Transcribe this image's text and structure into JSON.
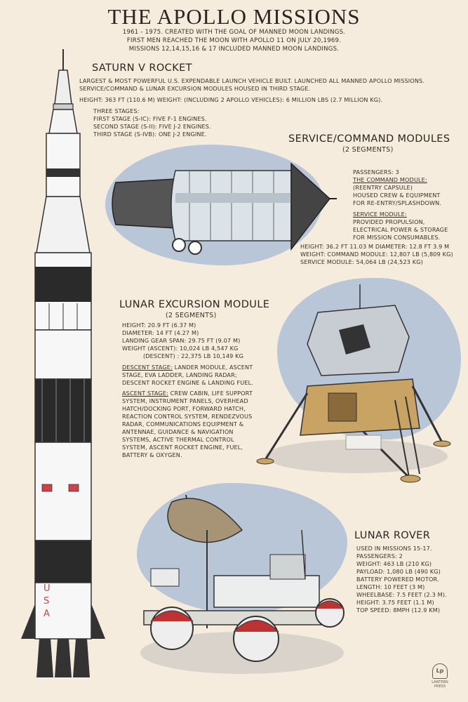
{
  "title": "THE APOLLO MISSIONS",
  "intro": [
    "1961 - 1975. CREATED WITH THE GOAL OF MANNED MOON LANDINGS.",
    "FIRST MEN REACHED THE MOON WITH APOLLO 11 ON JULY 20,1969.",
    "MISSIONS 12,14,15,16 & 17 INCLUDED MANNED MOON LANDINGS."
  ],
  "saturn": {
    "heading": "SATURN V ROCKET",
    "desc": [
      "LARGEST & MOST POWERFUL U.S. EXPENDABLE LAUNCH VEHICLE BUILT. LAUNCHED ALL MANNED APOLLO MISSIONS.",
      "SERVICE/COMMAND & LUNAR EXCURSION MODULES HOUSED IN THIRD STAGE."
    ],
    "specs": "HEIGHT: 363 FT  (110.6 M)     WEIGHT: (INCLUDING 2 APOLLO VEHICLES): 6 MILLION LBS (2.7 MILLION KG).",
    "stages": [
      "THREE STAGES:",
      "FIRST STAGE (S-IC): FIVE F-1 ENGINES.",
      "SECOND STAGE (S-II): FIVE J-2 ENGINES.",
      "THIRD STAGE (S-IVB): ONE J-2 ENGINE."
    ],
    "rocket_marks": [
      "U",
      "S",
      "A"
    ]
  },
  "csm": {
    "heading": "SERVICE/COMMAND MODULES",
    "subheading": "(2 SEGMENTS)",
    "passengers": "PASSENGERS: 3",
    "cm_title": "THE COMMAND MODULE:",
    "cm_lines": [
      "(REENTRY CAPSULE)",
      "HOUSED  CREW & EQUIPMENT",
      "FOR RE-ENTRY/SPLASHDOWN."
    ],
    "sm_title": "SERVICE MODULE:",
    "sm_lines": [
      "PROVIDED PROPULSION,",
      "ELECTRICAL POWER & STORAGE",
      "FOR MISSION CONSUMABLES."
    ],
    "stats": [
      "HEIGHT: 36.2 FT 11.03 M   DIAMETER: 12.8 FT 3.9 M",
      "WEIGHT: COMMAND MODULE: 12,807 LB (5,809 KG)",
      "SERVICE MODULE: 54,064 LB (24,523 KG)"
    ]
  },
  "lem": {
    "heading": "LUNAR EXCURSION MODULE",
    "subheading": "(2 SEGMENTS)",
    "stats": [
      "HEIGHT: 20.9 FT (6.37 M)",
      "DIAMETER: 14 FT (4.27 M)",
      "LANDING GEAR SPAN: 29.75 FT (9.07 M)",
      "WEIGHT (ASCENT): 10,024 LB 4,547 KG",
      "           (DESCENT) : 22,375 LB 10,149 KG"
    ],
    "descent_title": "DESCENT STAGE:",
    "descent_lines": [
      " LANDER MODULE, ASCENT",
      "STAGE, EVA LADDER, LANDING RADAR;",
      "DESCENT ROCKET ENGINE & LANDING FUEL."
    ],
    "ascent_title": "ASCENT STAGE:",
    "ascent_lines": [
      " CREW CABIN, LIFE SUPPORT",
      "SYSTEM, INSTRUMENT PANELS, OVERHEAD",
      "HATCH/DOCKING PORT, FORWARD HATCH,",
      "REACTION CONTROL SYSTEM, RENDEZVOUS",
      "RADAR, COMMUNICATIONS EQUIPMENT &",
      "ANTENNAE, GUIDANCE & NAVIGATION",
      "SYSTEMS, ACTIVE THERMAL CONTROL",
      "SYSTEM, ASCENT ROCKET ENGINE,  FUEL,",
      "BATTERY & OXYGEN."
    ]
  },
  "rover": {
    "heading": "LUNAR ROVER",
    "lines": [
      "USED IN MISSIONS 15-17.",
      "PASSENGERS: 2",
      "WEIGHT: 463 LB (210 KG)",
      "PAYLOAD: 1,080 LB (490 KG)",
      "BATTERY POWERED MOTOR.",
      "LENGTH: 10 FEET (3 M)",
      "WHEELBASE: 7.5 FEET (2.3 M).",
      "HEIGHT: 3.75 FEET (1.1 M)",
      "TOP SPEED: 8MPH (12.9 KM)"
    ]
  },
  "logo": {
    "mark": "Lp",
    "line1": "LANTERN",
    "line2": "PRESS"
  }
}
